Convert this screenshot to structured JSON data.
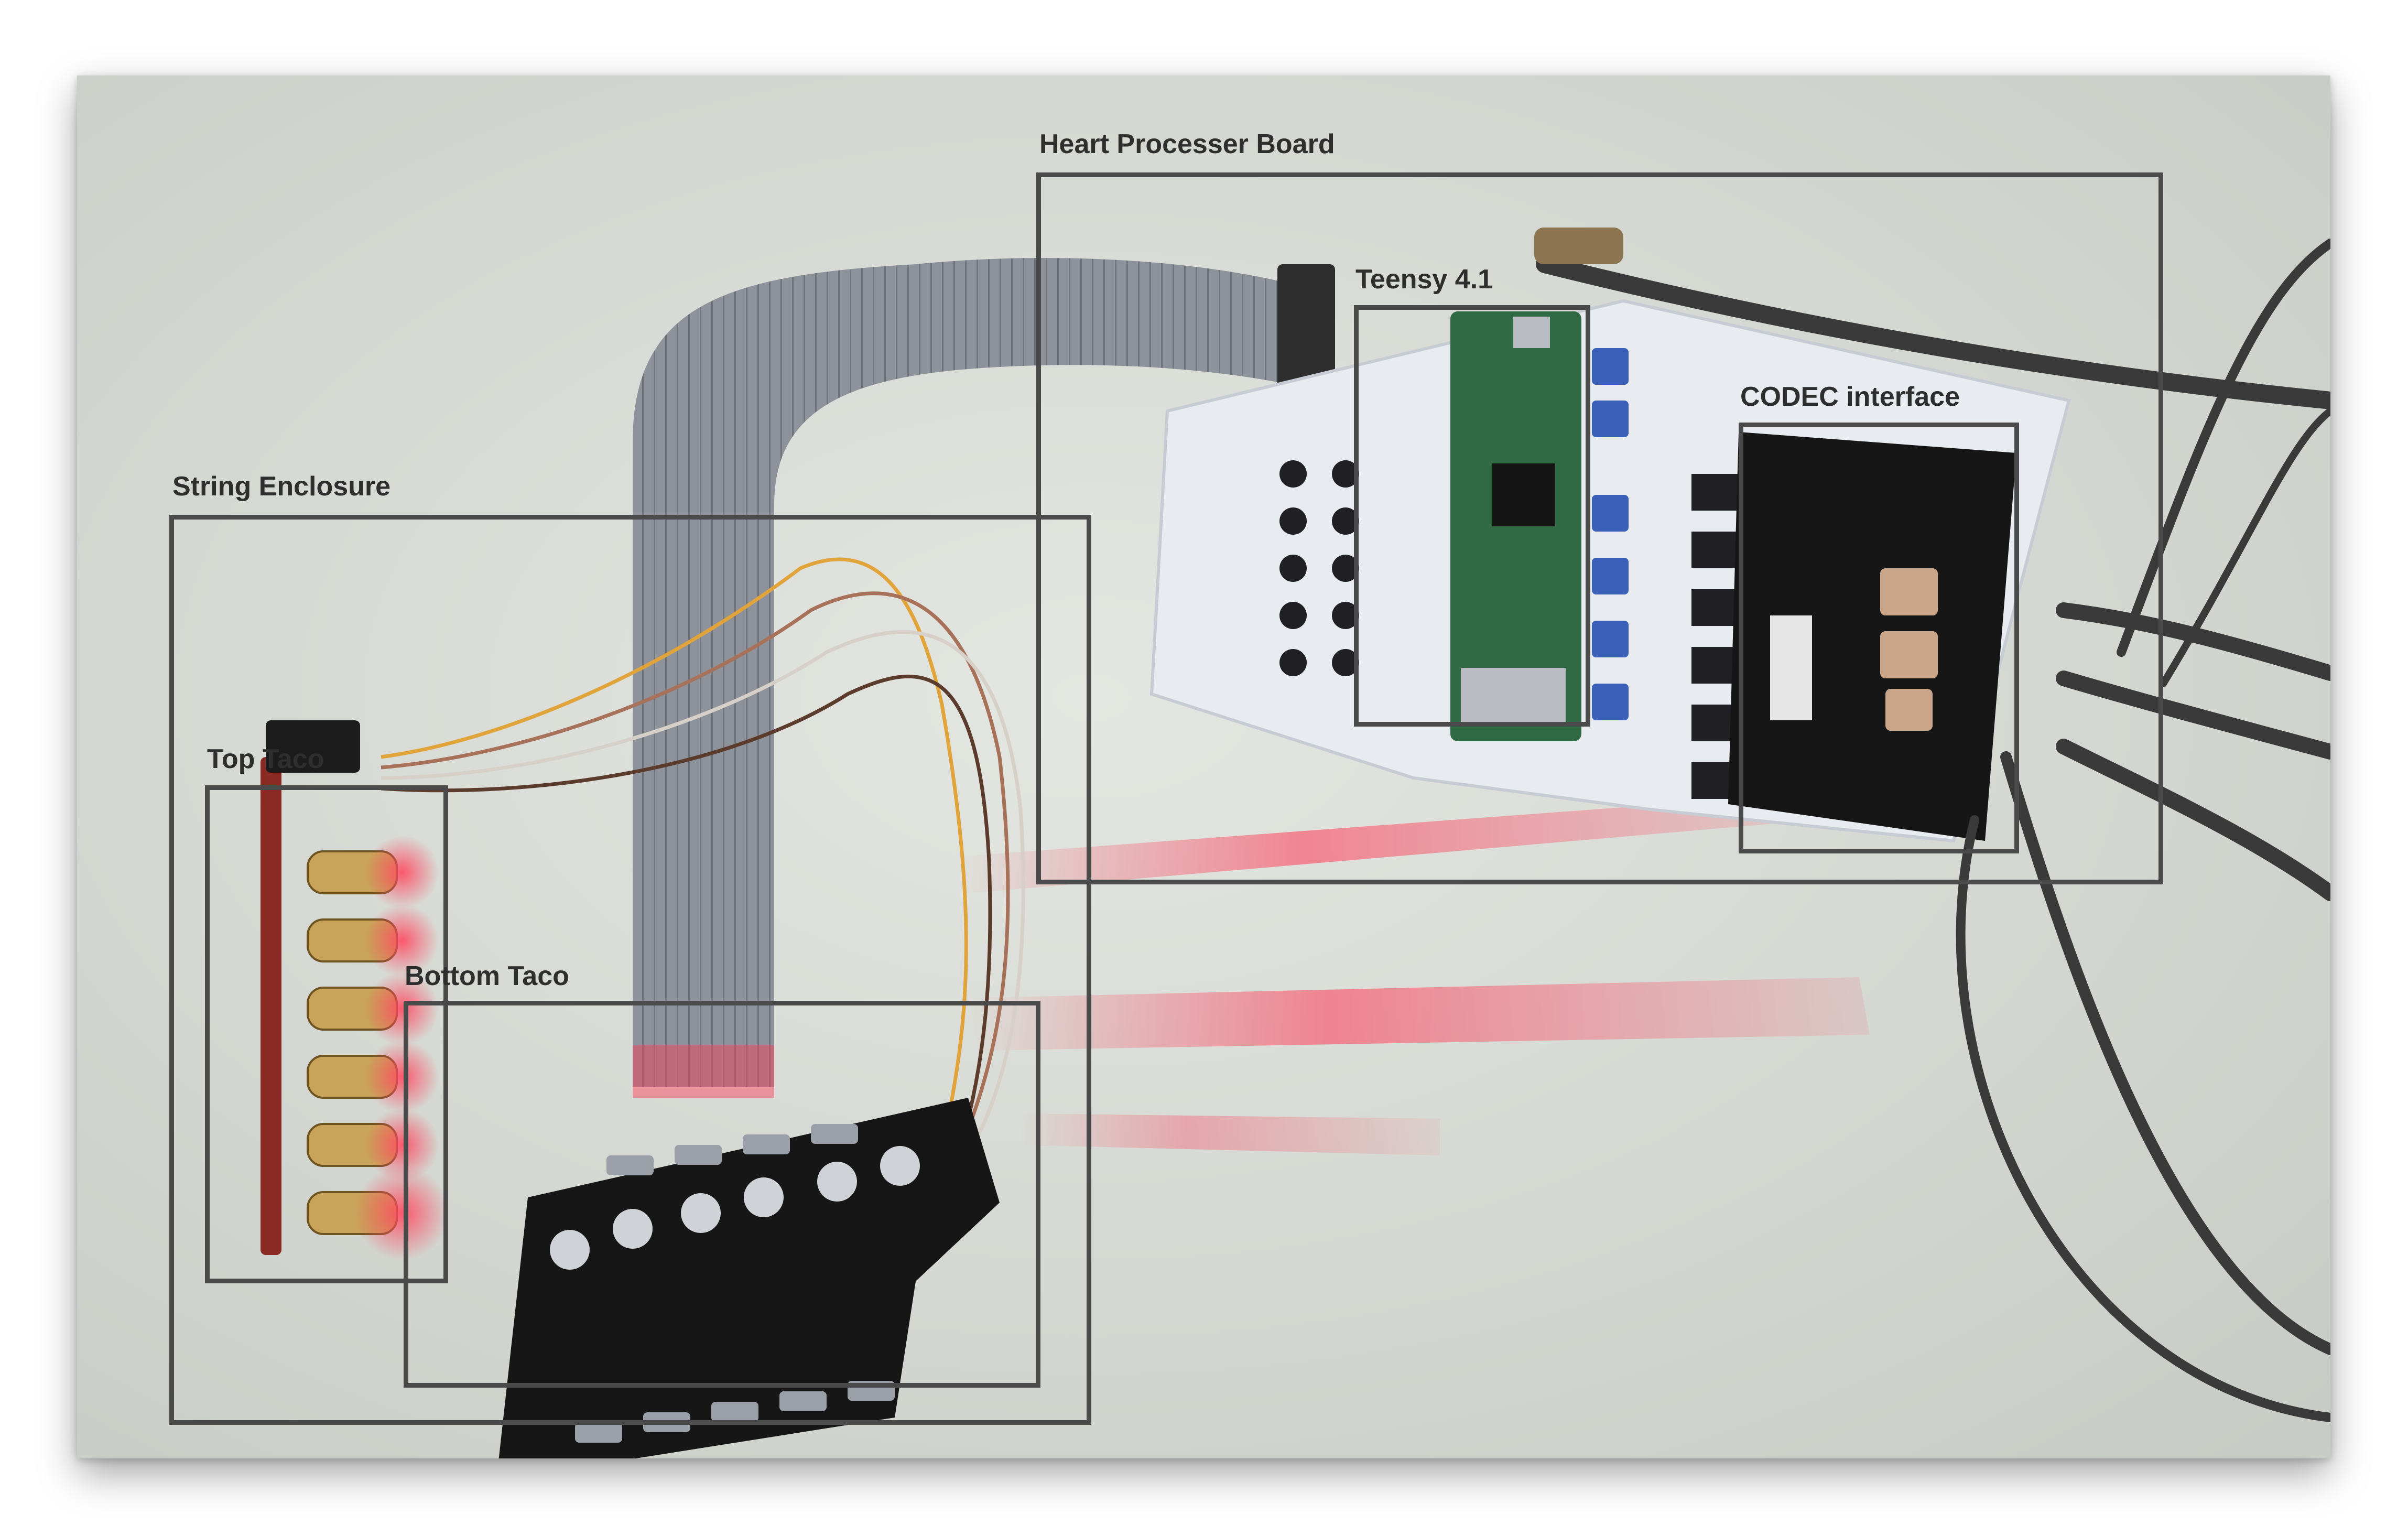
{
  "annotations": [
    {
      "id": "heart-processer-board",
      "label": "Heart Processer Board"
    },
    {
      "id": "teensy",
      "label": "Teensy 4.1"
    },
    {
      "id": "codec-interface",
      "label": "CODEC interface"
    },
    {
      "id": "string-enclosure",
      "label": "String Enclosure"
    },
    {
      "id": "top-taco",
      "label": "Top Taco"
    },
    {
      "id": "bottom-taco",
      "label": "Bottom Taco"
    }
  ],
  "colors": {
    "background": "#d9dbd5",
    "box_stroke": "#4a4a4a",
    "label_text": "#2e2e2e",
    "laser_glow": "#ff3a55",
    "pcb_white": "#e8ebf0",
    "pcb_black": "#161616",
    "teensy_green": "#2f6a44",
    "trimmer_blue": "#3a5fb8",
    "ribbon_cable": "#8a8f98",
    "audio_cable": "#3a3a3a"
  }
}
